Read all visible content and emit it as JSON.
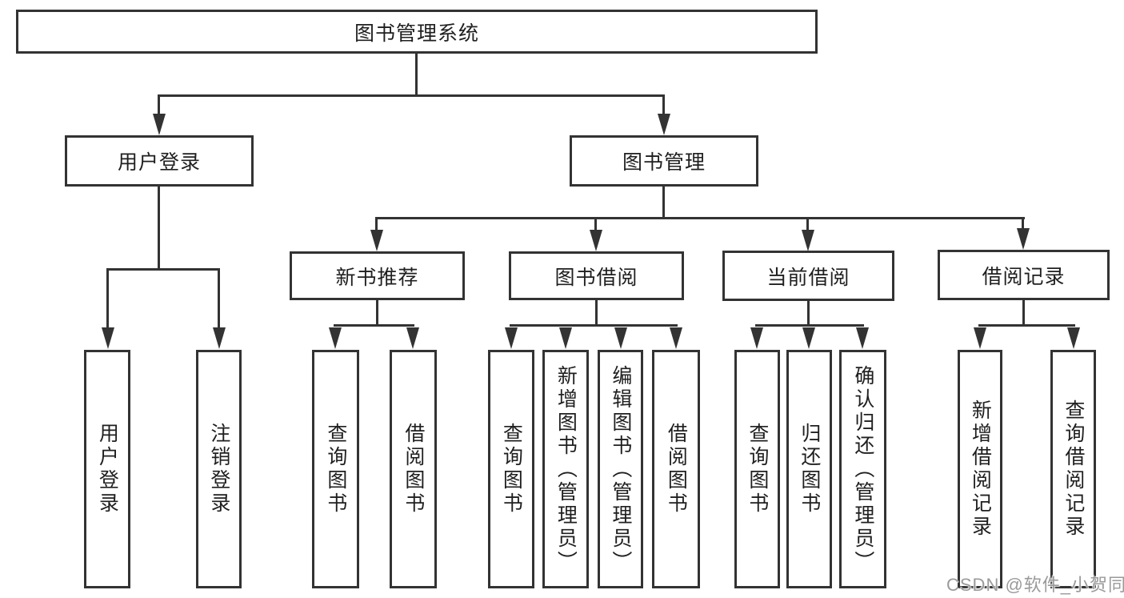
{
  "diagram": {
    "title": "图书管理系统",
    "branches": [
      {
        "label": "用户登录",
        "children": [
          {
            "label": "用户登录"
          },
          {
            "label": "注销登录"
          }
        ]
      },
      {
        "label": "图书管理",
        "children": [
          {
            "label": "新书推荐",
            "children": [
              {
                "label": "查询图书"
              },
              {
                "label": "借阅图书"
              }
            ]
          },
          {
            "label": "图书借阅",
            "children": [
              {
                "label": "查询图书"
              },
              {
                "label": "新增图书（管理员）"
              },
              {
                "label": "编辑图书（管理员）"
              },
              {
                "label": "借阅图书"
              }
            ]
          },
          {
            "label": "当前借阅",
            "children": [
              {
                "label": "查询图书"
              },
              {
                "label": "归还图书"
              },
              {
                "label": "确认归还（管理员）"
              }
            ]
          },
          {
            "label": "借阅记录",
            "children": [
              {
                "label": "新增借阅记录"
              },
              {
                "label": "查询借阅记录"
              }
            ]
          }
        ]
      }
    ]
  },
  "watermark": {
    "text": "CSDN @软件_小贺同学"
  },
  "colors": {
    "line": "#333333",
    "text": "#1f1f1f",
    "watermark": "#9a9a9a",
    "background": "#ffffff"
  }
}
